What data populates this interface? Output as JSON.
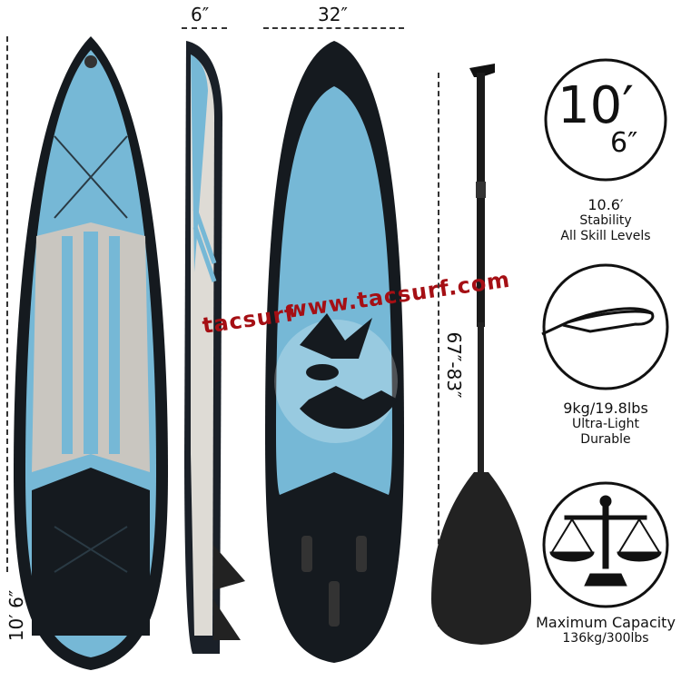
{
  "dimensions": {
    "thickness": "6″",
    "width": "32″",
    "paddle_length": "67″-83″",
    "board_length": "10′ 6″"
  },
  "features": [
    {
      "icon": "length-badge-icon",
      "badge_main": "10′",
      "badge_sub": "6″",
      "title": "10.6′",
      "lines": [
        "Stability",
        "All Skill Levels"
      ]
    },
    {
      "icon": "feather-icon",
      "title": "9kg/19.8lbs",
      "lines": [
        "Ultra-Light",
        "Durable"
      ]
    },
    {
      "icon": "scale-icon",
      "title": "Maximum Capacity",
      "lines": [
        "136kg/300lbs"
      ]
    }
  ],
  "watermark": {
    "brand": "tacsurf",
    "url": "www.tacsurf.com"
  },
  "colors": {
    "board_blue": "#76b8d6",
    "board_black": "#151a1f",
    "deck_grey": "#c9c6c0",
    "watermark": "#a50f14"
  }
}
